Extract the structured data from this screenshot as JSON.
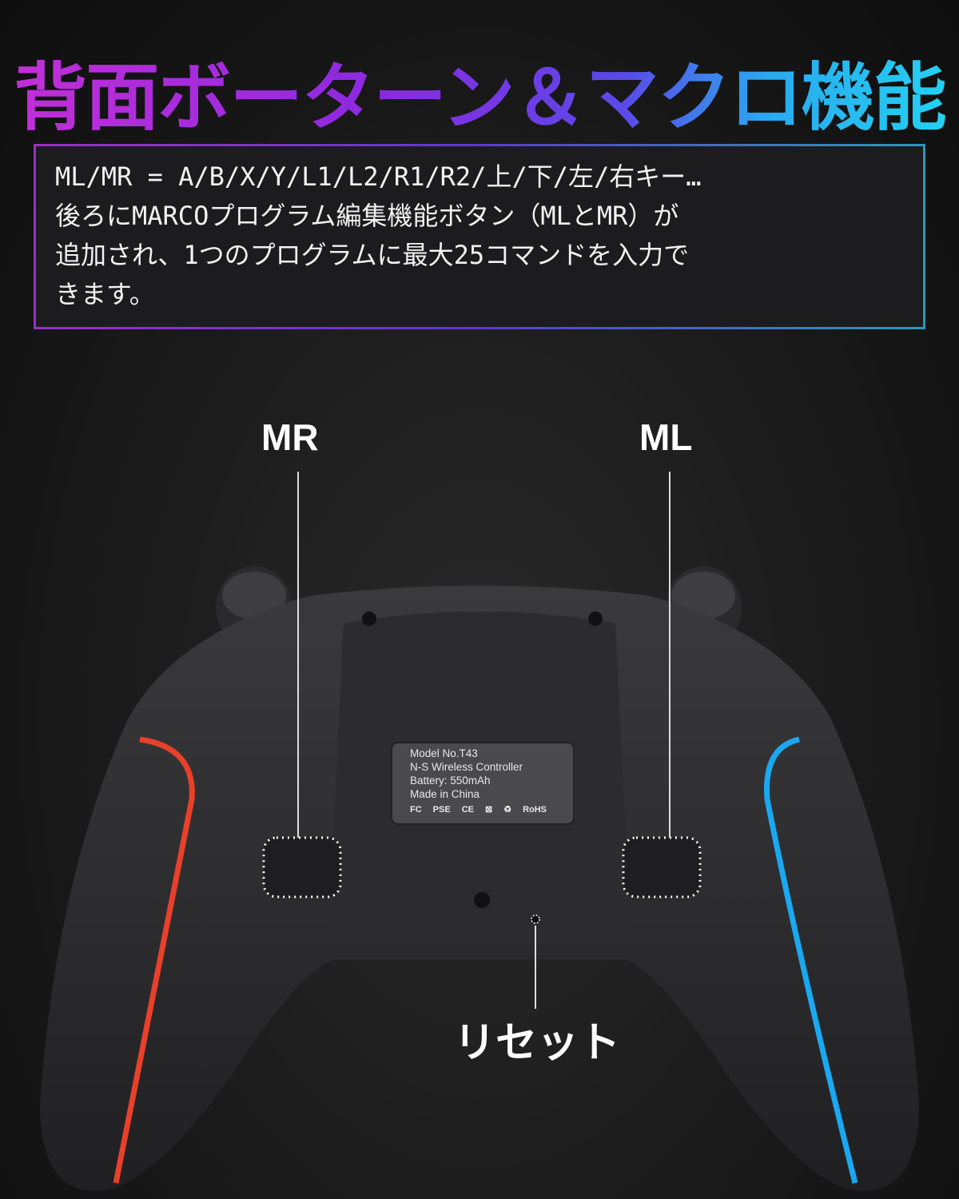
{
  "title": "背面ボーターン＆マクロ機能",
  "description": {
    "lines": [
      "ML/MR = A/B/X/Y/L1/L2/R1/R2/上/下/左/右キー…",
      "後ろにMARCOプログラム編集機能ボタン（MLとMR）が",
      "追加され、1つのプログラムに最大25コマンドを入力で",
      "きます。"
    ]
  },
  "callouts": {
    "mr": "MR",
    "ml": "ML",
    "reset": "リセット"
  },
  "device_label": {
    "lines": [
      "Model No.T43",
      "N-S Wireless Controller",
      "Battery: 550mAh",
      "Made in China"
    ],
    "marks": [
      "FC",
      "PSE",
      "CE",
      "RoHS"
    ]
  },
  "colors": {
    "left_accent": "#e8402a",
    "right_accent": "#1aa8f0"
  }
}
